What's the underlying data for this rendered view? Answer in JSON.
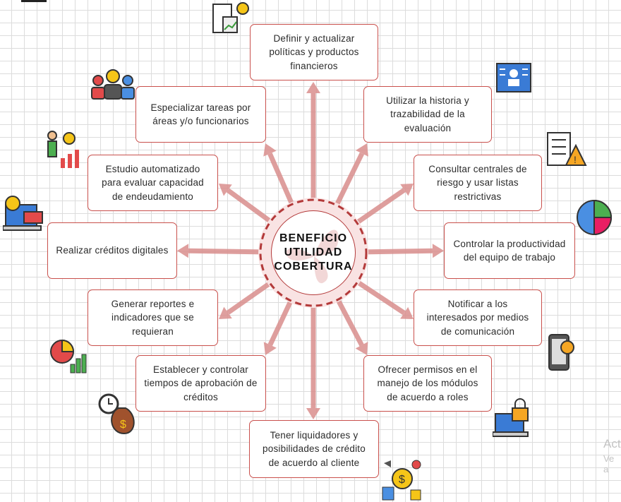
{
  "center": {
    "lines": [
      "BENEFICIO",
      "UTILIDAD",
      "COBERTURA"
    ]
  },
  "boxes": [
    "Definir y actualizar políticas y productos financieros",
    "Utilizar la historia y trazabilidad de la evaluación",
    "Consultar centrales de riesgo y usar listas restrictivas",
    "Controlar la productividad del equipo de trabajo",
    "Notificar a los interesados por medios de comunicación",
    "Ofrecer permisos en el manejo de los módulos de acuerdo a roles",
    "Tener liquidadores y posibilidades de crédito de acuerdo al cliente",
    "Establecer y controlar tiempos de aprobación de créditos",
    "Generar reportes e indicadores que se requieran",
    "Realizar créditos digitales",
    "Estudio automatizado para evaluar capacidad de endeudamiento",
    "Especializar tareas por áreas y/o funcionarios"
  ],
  "watermark": {
    "line1": "Act",
    "line2": "Ve a"
  },
  "colors": {
    "border": "#c9504c",
    "arrow": "#d98e8d",
    "center_ring": "#b33a3a"
  }
}
